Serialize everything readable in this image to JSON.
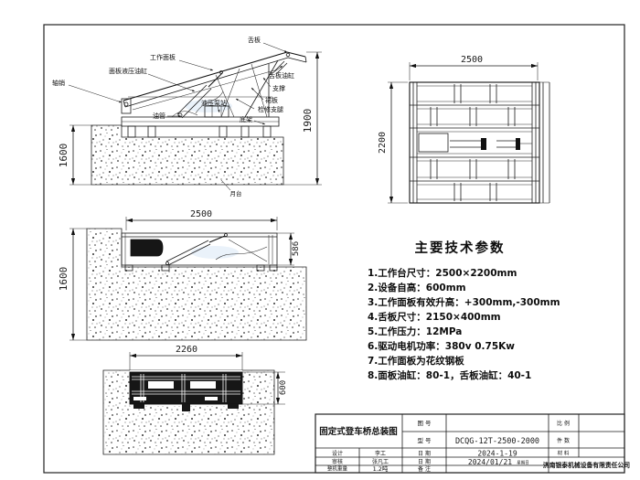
{
  "views": {
    "raised": {
      "labels": {
        "tongue": "舌板",
        "work_panel": "工作面板",
        "panel_cyl": "面板液压油缸",
        "pin": "轴销",
        "tongue_cyl": "舌板油缸",
        "support": "支撑",
        "skirt": "裙板",
        "pump": "液压泵站",
        "service_leg": "检修支腿",
        "pipe": "油管",
        "base": "底架",
        "platform": "月台"
      },
      "dims": {
        "pit": "1600",
        "lift": "1900"
      }
    },
    "lowered": {
      "dims": {
        "length": "2500",
        "pit": "1600",
        "height": "586"
      }
    },
    "front": {
      "dims": {
        "width": "2260",
        "height": "600"
      }
    },
    "plan": {
      "dims": {
        "length": "2500",
        "width": "2200"
      }
    }
  },
  "tech": {
    "title": "主要技术参数",
    "items": [
      "1.工作台尺寸：2500×2200mm",
      "2.设备自高：600mm",
      "3.工作面板有效升高：+300mm,-300mm",
      "4.舌板尺寸：2150×400mm",
      "5.工作压力：12MPa",
      "6.驱动电机功率：380v 0.75Kw",
      "7.工作面板为花纹钢板",
      "8.面板油缸：80-1，舌板油缸：40-1"
    ]
  },
  "tb": {
    "title": "固定式登车桥总装图",
    "fig_no_label": "图 号",
    "model_label": "型 号",
    "model": "DCQG-12T-2500-2000",
    "scale_label": "比 例",
    "qty_label": "件 数",
    "mat_label": "材 料",
    "design_label": "设计",
    "designer": "李工",
    "audit_label": "审核",
    "auditor": "张凡工",
    "weight_label": "整机重量",
    "weight": "1.2吨",
    "date_label": "日 期",
    "date1": "2024-1-19",
    "date2": "2024/01/21",
    "date2_note": "星期日",
    "note_label": "备 注",
    "company": "济南银泰机械设备有限责任公司"
  }
}
